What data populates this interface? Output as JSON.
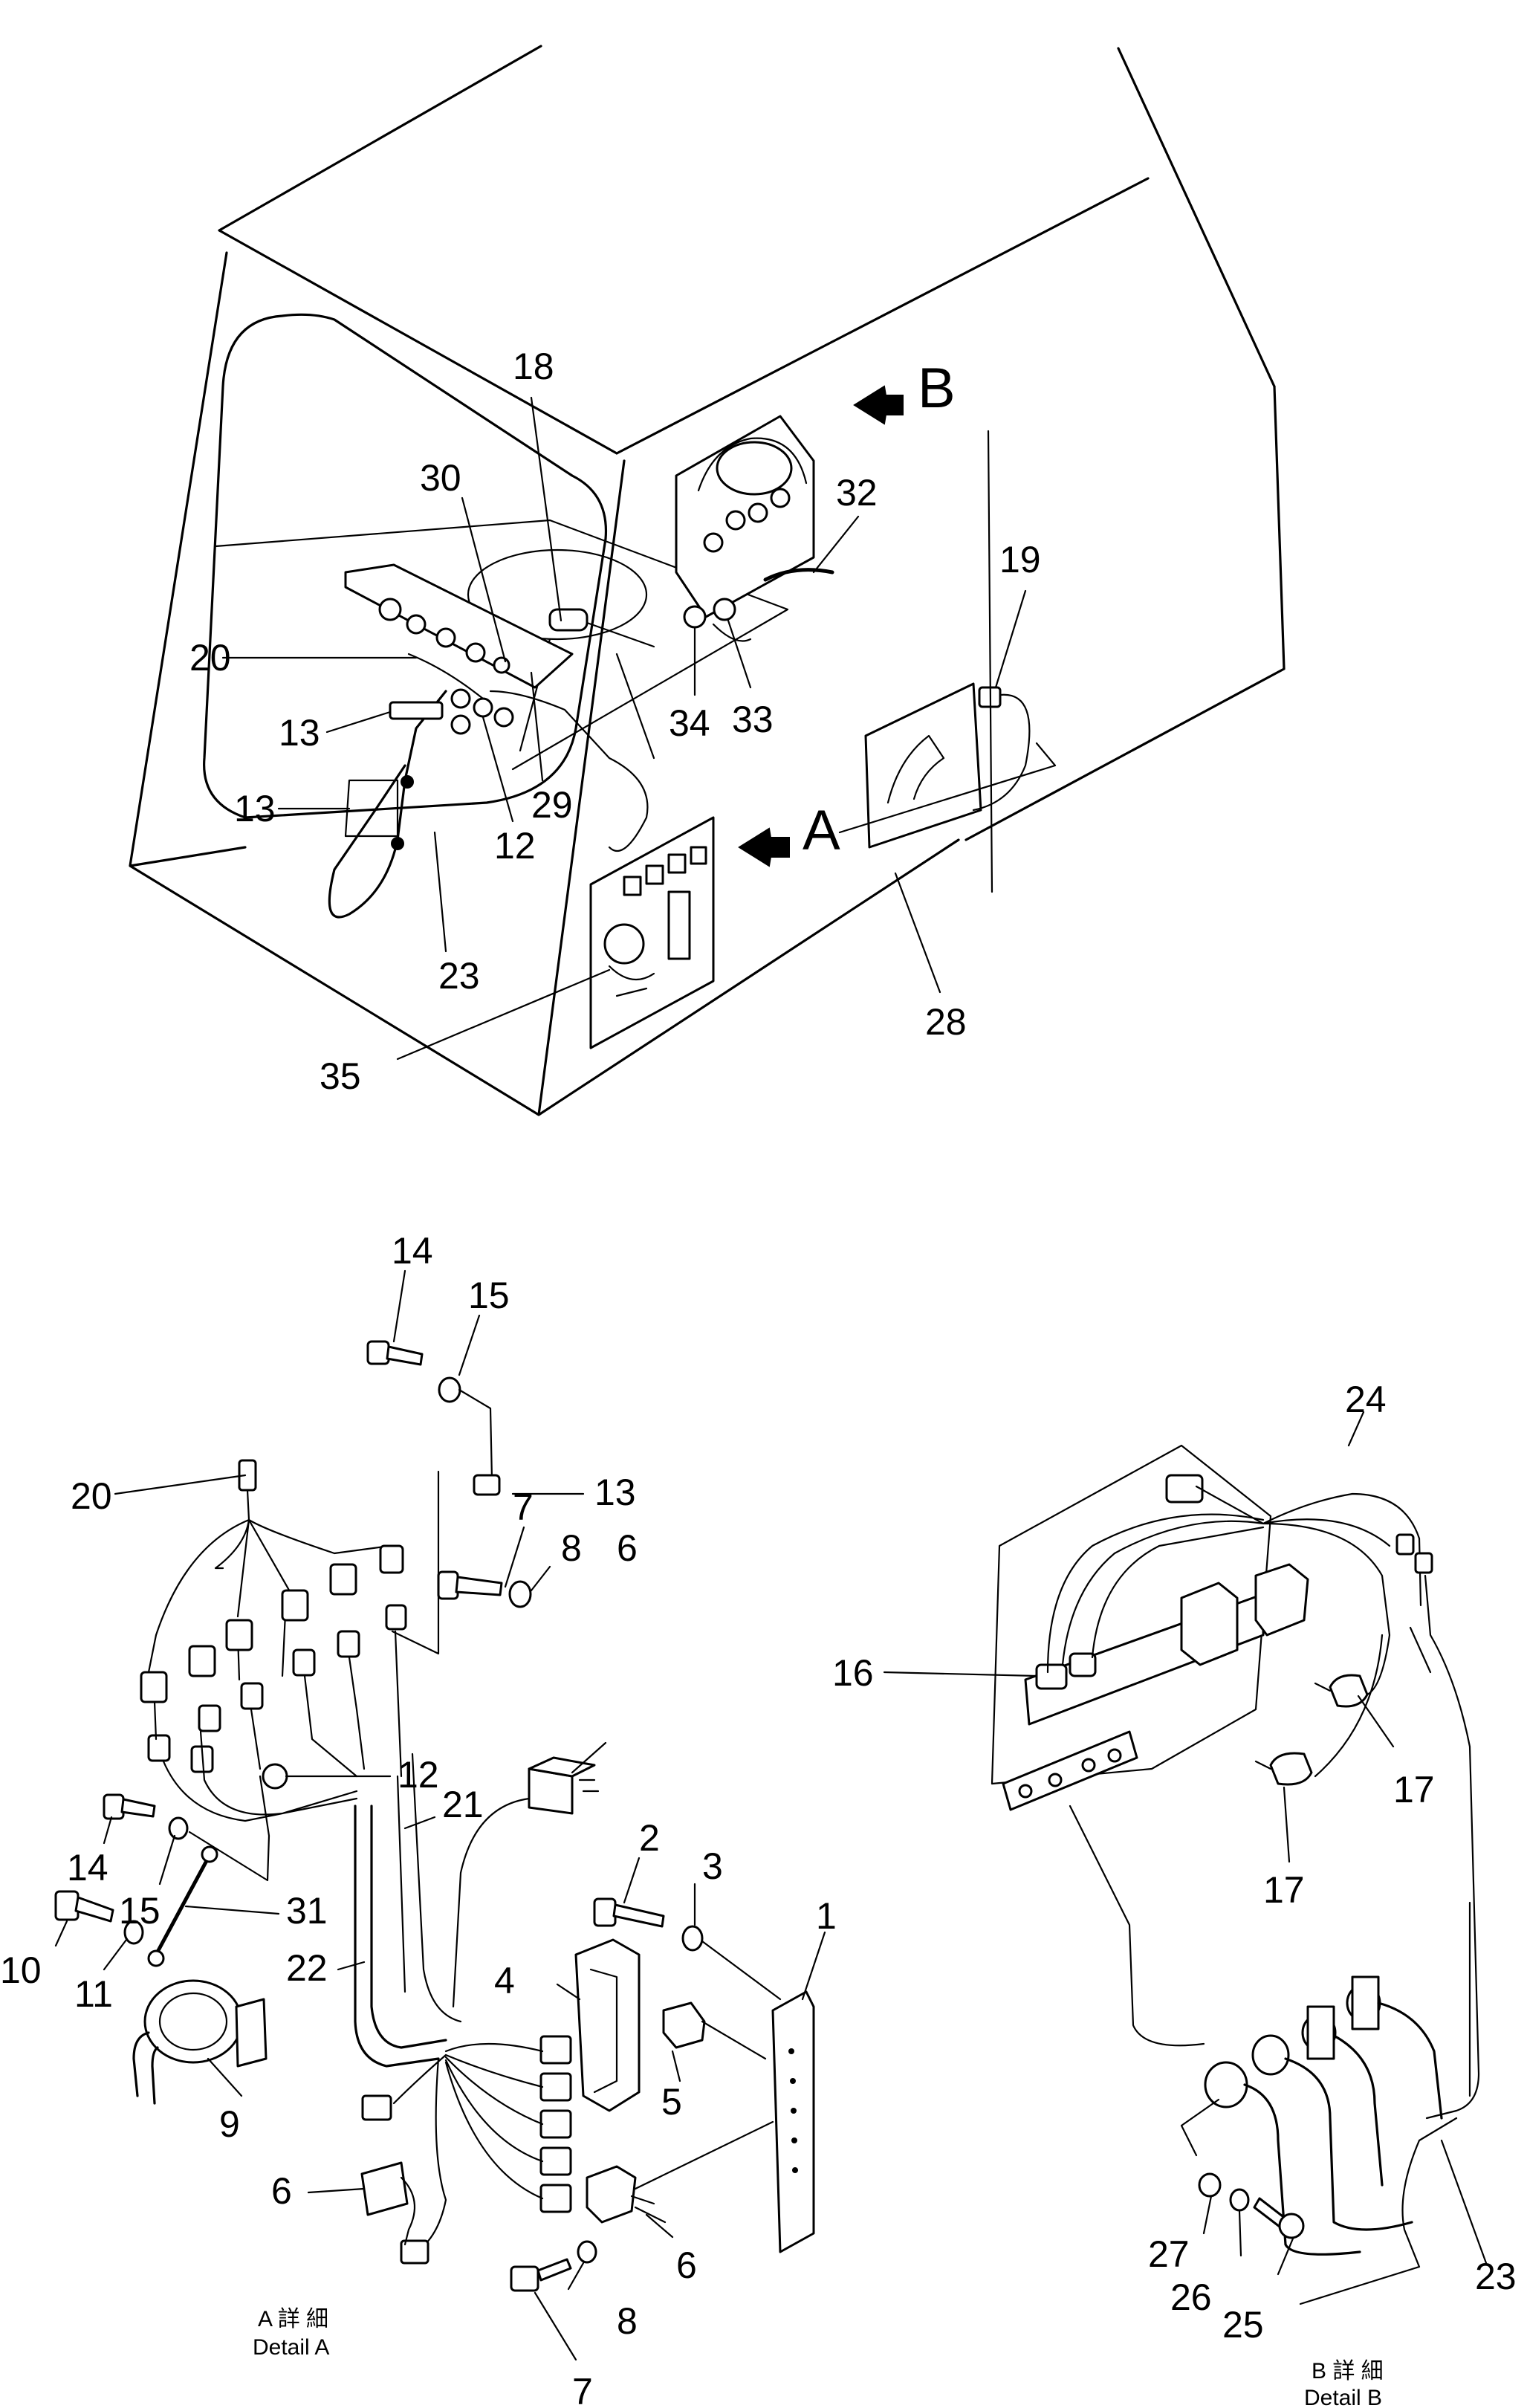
{
  "callouts_main": [
    "18",
    "30",
    "20",
    "13",
    "13",
    "12",
    "29",
    "23",
    "32",
    "19",
    "34",
    "33",
    "28",
    "35"
  ],
  "view_letters": {
    "b": "B",
    "a": "A"
  },
  "callouts_detail_a": [
    "14",
    "15",
    "13",
    "20",
    "7",
    "8",
    "6",
    "12",
    "21",
    "14",
    "15",
    "31",
    "10",
    "11",
    "22",
    "2",
    "3",
    "1",
    "4",
    "5",
    "9",
    "6",
    "6",
    "8",
    "7"
  ],
  "callouts_detail_b": [
    "24",
    "16",
    "17",
    "17",
    "27",
    "26",
    "25",
    "23"
  ],
  "captions": {
    "detail_a_jp": "A 詳 細",
    "detail_a_en": "Detail A",
    "detail_b_jp": "B 詳 細",
    "detail_b_en": "Detail B"
  }
}
